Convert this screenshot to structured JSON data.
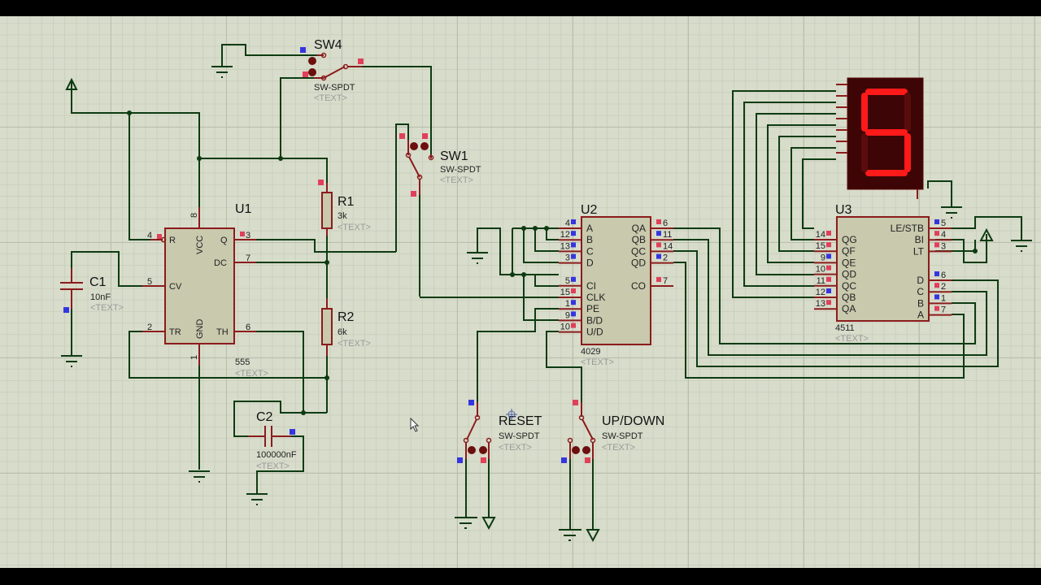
{
  "app": {
    "type": "Proteus ISIS schematic capture"
  },
  "components": {
    "u1": {
      "ref": "U1",
      "value": "555",
      "text": "<TEXT>",
      "pins": {
        "r": "R",
        "vcc": "VCC",
        "q": "Q",
        "dc": "DC",
        "cv": "CV",
        "tr": "TR",
        "gnd": "GND",
        "th": "TH"
      },
      "pin_numbers": {
        "r": "4",
        "vcc": "8",
        "q": "3",
        "dc": "7",
        "cv": "5",
        "tr": "2",
        "gnd": "1",
        "th": "6"
      }
    },
    "u2": {
      "ref": "U2",
      "value": "4029",
      "text": "<TEXT>",
      "left_pins": [
        {
          "name": "A",
          "num": "4",
          "state": "low"
        },
        {
          "name": "B",
          "num": "12",
          "state": "low"
        },
        {
          "name": "C",
          "num": "13",
          "state": "low"
        },
        {
          "name": "D",
          "num": "3",
          "state": "low"
        },
        {
          "name": "CI",
          "num": "5",
          "state": "low"
        },
        {
          "name": "CLK",
          "num": "15",
          "state": "high"
        },
        {
          "name": "PE",
          "num": "1",
          "state": "low"
        },
        {
          "name": "B/D",
          "num": "9",
          "state": "low"
        },
        {
          "name": "U/D",
          "num": "10",
          "state": "high"
        }
      ],
      "right_pins": [
        {
          "name": "QA",
          "num": "6",
          "state": "high"
        },
        {
          "name": "QB",
          "num": "11",
          "state": "low"
        },
        {
          "name": "QC",
          "num": "14",
          "state": "high"
        },
        {
          "name": "QD",
          "num": "2",
          "state": "low"
        },
        {
          "name": "CO",
          "num": "7",
          "state": "high"
        }
      ]
    },
    "u3": {
      "ref": "U3",
      "value": "4511",
      "text": "<TEXT>",
      "left_pins": [
        {
          "name": "QG",
          "num": "14",
          "state": "high"
        },
        {
          "name": "QF",
          "num": "15",
          "state": "high"
        },
        {
          "name": "QE",
          "num": "9",
          "state": "low"
        },
        {
          "name": "QD",
          "num": "10",
          "state": "high"
        },
        {
          "name": "QC",
          "num": "11",
          "state": "high"
        },
        {
          "name": "QB",
          "num": "12",
          "state": "low"
        },
        {
          "name": "QA",
          "num": "13",
          "state": "high"
        }
      ],
      "right_pins": [
        {
          "name": "LE/STB",
          "num": "5",
          "state": "low"
        },
        {
          "name": "BI",
          "num": "4",
          "state": "high"
        },
        {
          "name": "LT",
          "num": "3",
          "state": "high"
        },
        {
          "name": "D",
          "num": "6",
          "state": "low"
        },
        {
          "name": "C",
          "num": "2",
          "state": "high"
        },
        {
          "name": "B",
          "num": "1",
          "state": "low"
        },
        {
          "name": "A",
          "num": "7",
          "state": "high"
        }
      ]
    },
    "r1": {
      "ref": "R1",
      "value": "3k",
      "text": "<TEXT>"
    },
    "r2": {
      "ref": "R2",
      "value": "6k",
      "text": "<TEXT>"
    },
    "c1": {
      "ref": "C1",
      "value": "10nF",
      "text": "<TEXT>"
    },
    "c2": {
      "ref": "C2",
      "value": "100000nF",
      "text": "<TEXT>"
    },
    "sw1": {
      "ref": "SW1",
      "value": "SW-SPDT",
      "text": "<TEXT>"
    },
    "sw4": {
      "ref": "SW4",
      "value": "SW-SPDT",
      "text": "<TEXT>"
    },
    "reset": {
      "ref": "RESET",
      "value": "SW-SPDT",
      "text": "<TEXT>"
    },
    "updown": {
      "ref": "UP/DOWN",
      "value": "SW-SPDT",
      "text": "<TEXT>"
    },
    "display": {
      "digit": "5",
      "segments_on": [
        "a",
        "f",
        "g",
        "c",
        "d"
      ],
      "color": "#ff1a1a"
    }
  },
  "colors": {
    "logic_high": "#e0405a",
    "logic_low": "#3535e0",
    "wire": "#0d3b12",
    "pin": "#8b1c1c",
    "canvas": "#d8dccb"
  }
}
